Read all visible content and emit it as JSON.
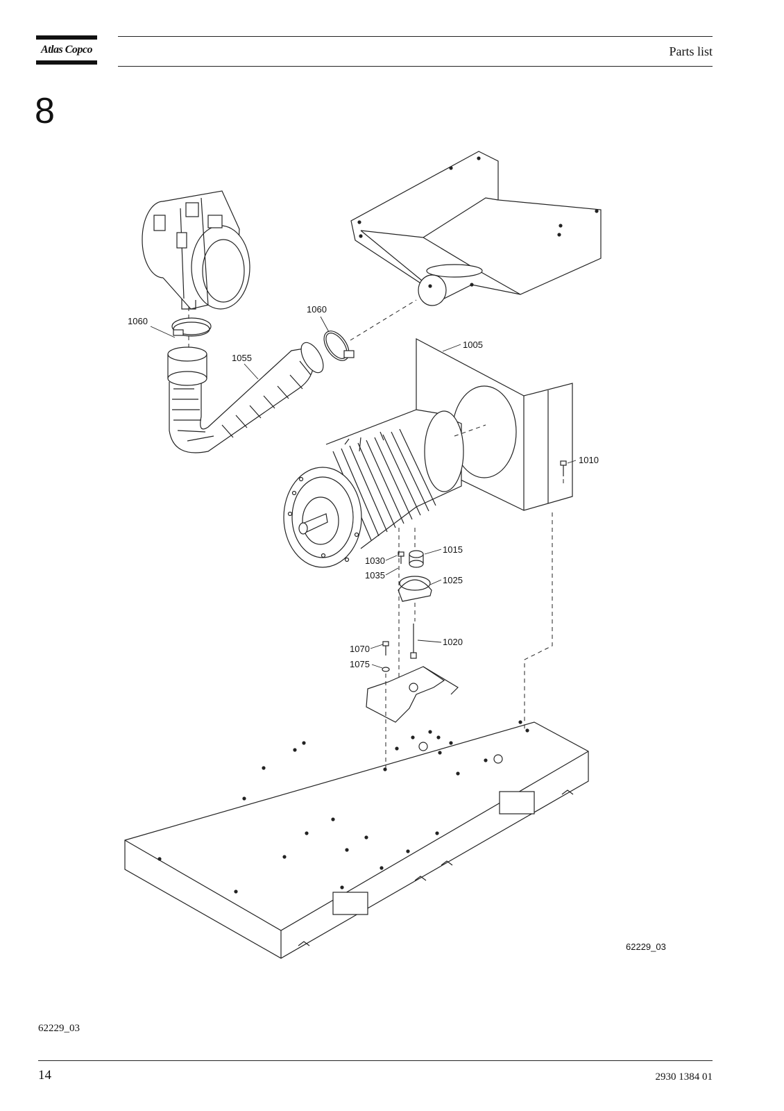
{
  "header": {
    "brand": "Atlas Copco",
    "title": "Parts list"
  },
  "chapter": "8",
  "figure": {
    "drawing_id": "62229_03",
    "callouts": {
      "c1005": "1005",
      "c1010": "1010",
      "c1015": "1015",
      "c1020": "1020",
      "c1025": "1025",
      "c1030": "1030",
      "c1035": "1035",
      "c1055": "1055",
      "c1060a": "1060",
      "c1060b": "1060",
      "c1070": "1070",
      "c1075": "1075"
    }
  },
  "footer": {
    "figure_ref": "62229_03",
    "page_number": "14",
    "doc_number": "2930 1384 01"
  }
}
